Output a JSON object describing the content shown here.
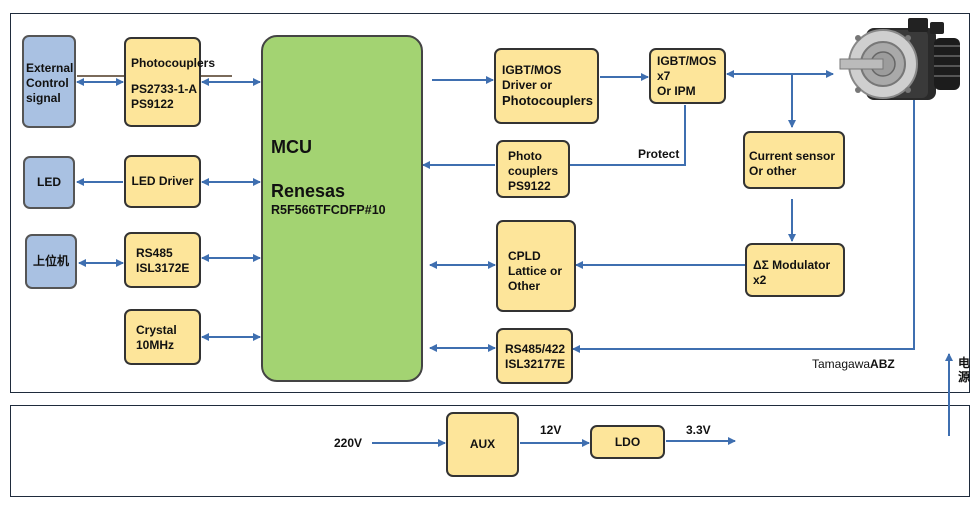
{
  "blocks": {
    "external": {
      "line1": "External",
      "line2": "Control",
      "line3": "signal"
    },
    "led": {
      "label": "LED"
    },
    "host": {
      "label": "上位机"
    },
    "photocouplers_in": {
      "line1": "Photocouplers",
      "line2": "PS2733-1-A",
      "line3": "PS9122"
    },
    "led_driver": {
      "label": "LED Driver"
    },
    "rs485": {
      "line1": "RS485",
      "line2": "ISL3172E"
    },
    "crystal": {
      "line1": "Crystal",
      "line2": "10MHz"
    },
    "mcu": {
      "title": "MCU",
      "vendor": "Renesas",
      "part": "R5F566TFCDFP#10"
    },
    "igbt_driver": {
      "line1": "IGBT/MOS",
      "line2": "Driver or",
      "line3": "Photocouplers"
    },
    "igbt": {
      "line1": "IGBT/MOS",
      "line2": "x7",
      "line3": "Or IPM"
    },
    "photo_protect": {
      "line1": "Photo",
      "line2": "couplers",
      "line3": "PS9122"
    },
    "cpld": {
      "line1": "CPLD",
      "line2": "Lattice or",
      "line3": "Other"
    },
    "rs485_422": {
      "line1": "RS485/422",
      "line2": "ISL32177E"
    },
    "current_sensor": {
      "line1": "Current sensor",
      "line2": "Or other"
    },
    "modulator": {
      "line1": "ΔΣ Modulator",
      "line2": "x2"
    },
    "aux": {
      "label": "AUX"
    },
    "ldo": {
      "label": "LDO"
    }
  },
  "labels": {
    "protect": "Protect",
    "tamagawa": "Tamagawa",
    "abz": "ABZ",
    "power_char1": "电",
    "power_char2": "源",
    "v220": "220V",
    "v12": "12V",
    "v33": "3.3V"
  },
  "colors": {
    "line": "#3f6fb0",
    "yellow_block": "#fde59a",
    "blue_block": "#a9c1e2",
    "mcu_green": "#a3d372"
  }
}
